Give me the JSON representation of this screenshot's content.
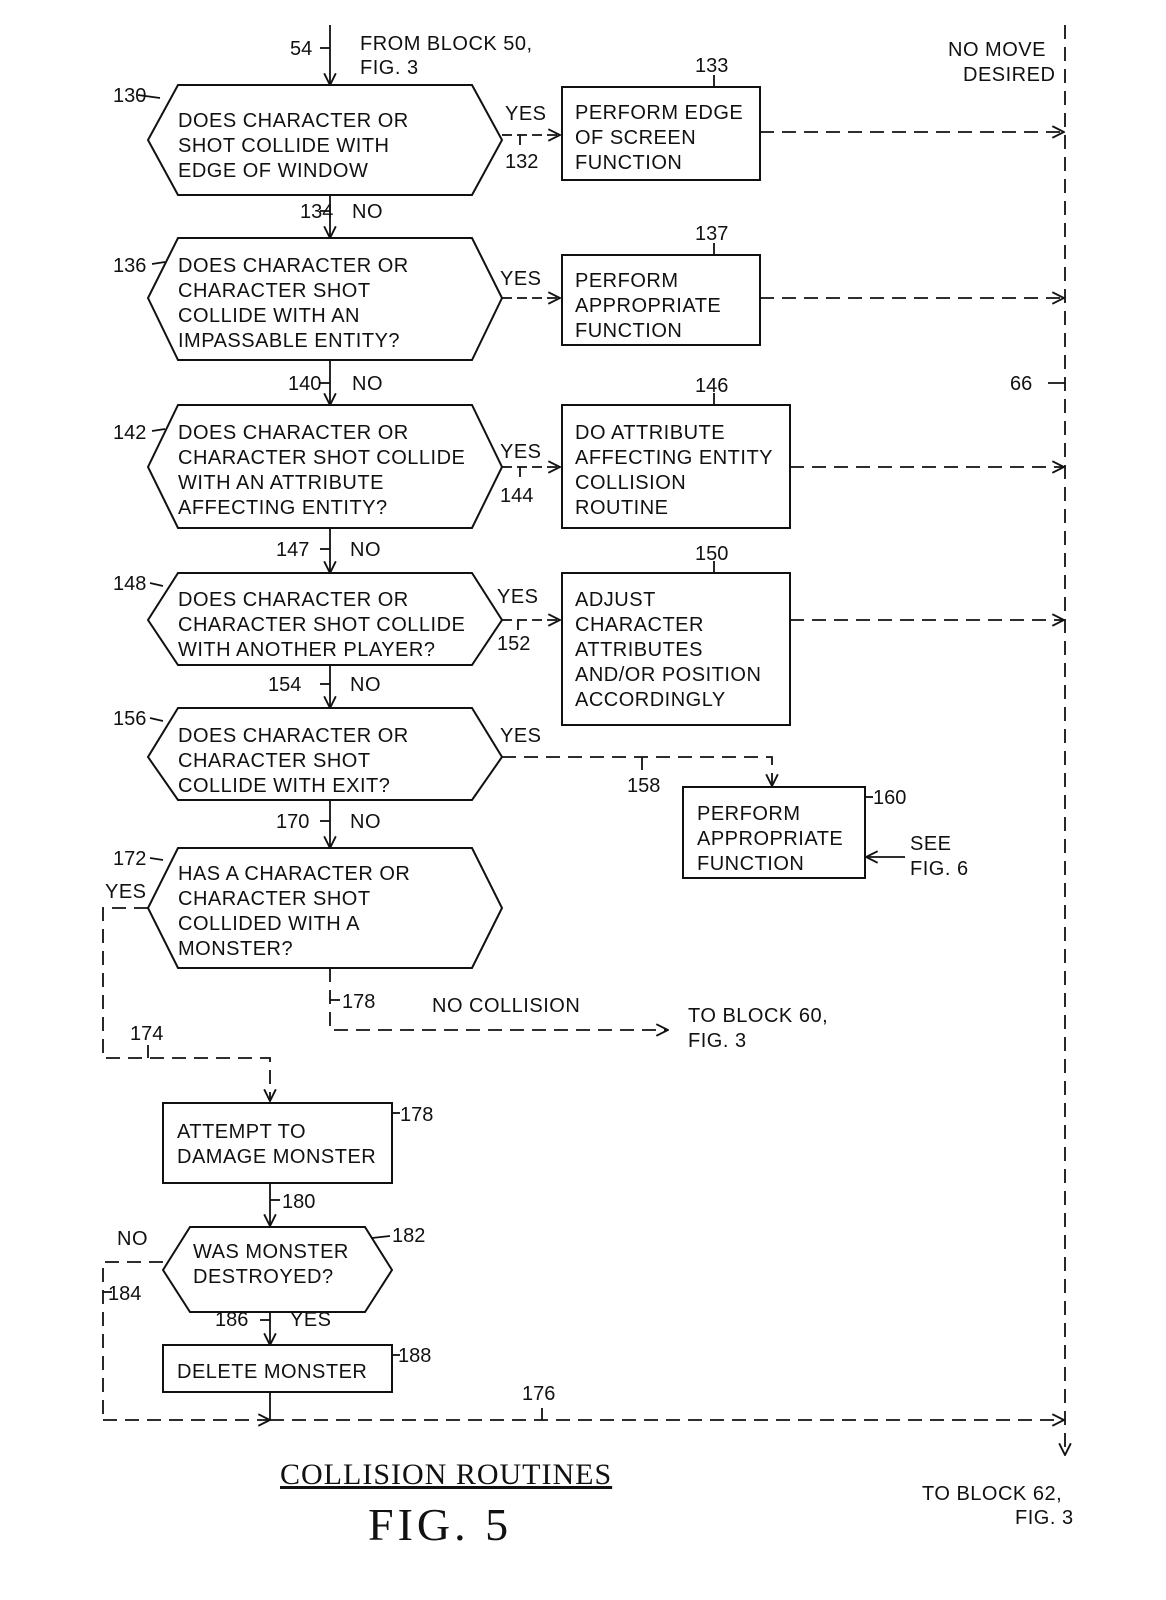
{
  "entry": {
    "ref": "54",
    "lines": [
      "FROM BLOCK 50,",
      "FIG. 3"
    ]
  },
  "no_move": {
    "lines": [
      "NO MOVE",
      "DESIRED"
    ],
    "ref": "66"
  },
  "decisions": [
    {
      "ref": "130",
      "lines": [
        "DOES CHARACTER OR",
        "SHOT COLLIDE WITH",
        "EDGE OF WINDOW"
      ],
      "yes": "YES",
      "yes_ref": "132",
      "no": "NO",
      "no_ref": "134"
    },
    {
      "ref": "136",
      "lines": [
        "DOES CHARACTER OR",
        "CHARACTER SHOT",
        "COLLIDE WITH AN",
        "IMPASSABLE ENTITY?"
      ],
      "yes": "YES",
      "no": "NO",
      "no_ref": "140"
    },
    {
      "ref": "142",
      "lines": [
        "DOES CHARACTER OR",
        "CHARACTER SHOT COLLIDE",
        "WITH AN ATTRIBUTE",
        "AFFECTING ENTITY?"
      ],
      "yes": "YES",
      "yes_ref": "144",
      "no": "NO",
      "no_ref": "147"
    },
    {
      "ref": "148",
      "lines": [
        "DOES CHARACTER OR",
        "CHARACTER SHOT COLLIDE",
        "WITH ANOTHER PLAYER?"
      ],
      "yes": "YES",
      "yes_ref": "152",
      "no": "NO",
      "no_ref": "154"
    },
    {
      "ref": "156",
      "lines": [
        "DOES CHARACTER OR",
        "CHARACTER SHOT",
        "COLLIDE WITH EXIT?"
      ],
      "yes": "YES",
      "yes_ref": "158",
      "no": "NO",
      "no_ref": "170"
    },
    {
      "ref": "172",
      "lines": [
        "HAS A CHARACTER OR",
        "CHARACTER SHOT",
        "COLLIDED WITH A",
        "MONSTER?"
      ],
      "yes": "YES",
      "yes_ref": "174",
      "no": "NO COLLISION",
      "no_ref": "178"
    },
    {
      "ref": "182",
      "lines": [
        "WAS MONSTER",
        "DESTROYED?"
      ],
      "yes": "YES",
      "yes_ref": "186",
      "no": "NO",
      "no_ref": "184"
    }
  ],
  "processes": [
    {
      "ref": "133",
      "lines": [
        "PERFORM EDGE",
        "OF SCREEN",
        "FUNCTION"
      ]
    },
    {
      "ref": "137",
      "lines": [
        "PERFORM",
        "APPROPRIATE",
        "FUNCTION"
      ]
    },
    {
      "ref": "146",
      "lines": [
        "DO ATTRIBUTE",
        "AFFECTING ENTITY",
        "COLLISION",
        "ROUTINE"
      ]
    },
    {
      "ref": "150",
      "lines": [
        "ADJUST",
        "CHARACTER",
        "ATTRIBUTES",
        "AND/OR POSITION",
        "ACCORDINGLY"
      ]
    },
    {
      "ref": "160",
      "lines": [
        "PERFORM",
        "APPROPRIATE",
        "FUNCTION"
      ],
      "see": [
        "SEE",
        "FIG. 6"
      ]
    },
    {
      "ref": "178",
      "lines": [
        "ATTEMPT TO",
        "DAMAGE MONSTER"
      ],
      "out_ref": "180"
    },
    {
      "ref": "188",
      "lines": [
        "DELETE MONSTER"
      ]
    }
  ],
  "to_block_60": [
    "TO BLOCK 60,",
    "FIG. 3"
  ],
  "merge_ref": "176",
  "to_block_62": [
    "TO BLOCK 62,",
    "FIG. 3"
  ],
  "caption": {
    "title": "COLLISION ROUTINES",
    "figure": "FIG. 5"
  }
}
